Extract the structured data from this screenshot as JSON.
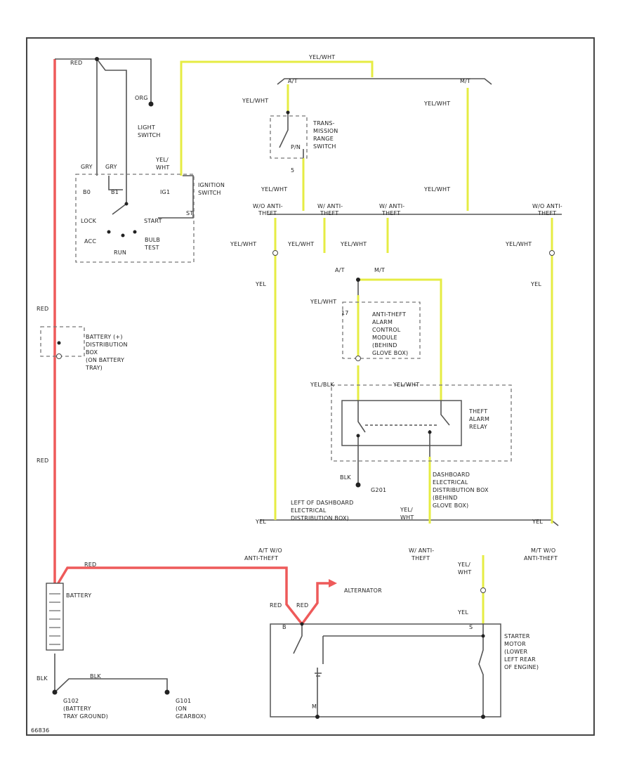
{
  "labels": {
    "red_top": "RED",
    "org": "ORG",
    "light_switch": [
      "LIGHT",
      "SWITCH"
    ],
    "yel_wht_top": "YEL/WHT",
    "at_top": "A/T",
    "mt_top": "M/T",
    "yel_wht_left_trans": "YEL/WHT",
    "yel_wht_right_mt": "YEL/WHT",
    "trans_range_switch": [
      "TRANS-",
      "MISSION",
      "RANGE",
      "SWITCH"
    ],
    "p_n": "P/N",
    "num_5": "5",
    "yel_ign": "YEL/",
    "wht_ign": "WHT",
    "ignition_switch": [
      "IGNITION",
      "SWITCH"
    ],
    "gry1": "GRY",
    "gry2": "GRY",
    "b0": "B0",
    "b1": "B1",
    "ig1": "IG1",
    "st": "ST",
    "lock": "LOCK",
    "start": "START",
    "acc": "ACC",
    "run": "RUN",
    "bulb_test": [
      "BULB",
      "TEST"
    ],
    "yel_wht_mid_left": "YEL/WHT",
    "yel_wht_mid_right": "YEL/WHT",
    "w_o_anti_theft_l": [
      "W/O ANTI-",
      "THEFT"
    ],
    "w_anti_theft_1": [
      "W/ ANTI-",
      "THEFT"
    ],
    "w_anti_theft_2": [
      "W/ ANTI-",
      "THEFT"
    ],
    "w_o_anti_theft_r": [
      "W/O ANTI-",
      "THEFT"
    ],
    "yel_wht_a": "YEL/WHT",
    "yel_wht_b": "YEL/WHT",
    "yel_wht_c": "YEL/WHT",
    "yel_wht_d": "YEL/WHT",
    "at_mid": "A/T",
    "mt_mid": "M/T",
    "yel_l": "YEL",
    "yel_r": "YEL",
    "red_mid1": "RED",
    "battery_dist": [
      "BATTERY (+)",
      "DISTRIBUTION",
      "BOX",
      "(ON BATTERY",
      "TRAY)"
    ],
    "yel_wht_module": "YEL/WHT",
    "module_num": "17",
    "anti_theft_module": [
      "ANTI-THEFT",
      "ALARM",
      "CONTROL",
      "MODULE",
      "(BEHIND",
      "GLOVE BOX)"
    ],
    "yel_blk": "YEL/BLK",
    "yel_wht_relay": "YEL/WHT",
    "theft_relay": [
      "THEFT",
      "ALARM",
      "RELAY"
    ],
    "red_mid2": "RED",
    "blk_relay": "BLK",
    "g201": "G201",
    "dash_box": [
      "DASHBOARD",
      "ELECTRICAL",
      "DISTRIBUTION BOX",
      "(BEHIND",
      "GLOVE BOX)"
    ],
    "left_of_dash": [
      "LEFT OF DASHBOARD",
      "ELECTRICAL",
      "DISTRIBUTION BOX)"
    ],
    "yel_bottom_l": "YEL",
    "yel_wht_bottom": [
      "YEL/",
      "WHT"
    ],
    "yel_bottom_r": "YEL",
    "at_wo_anti": [
      "A/T W/O",
      "ANTI-THEFT"
    ],
    "w_anti_bottom": [
      "W/ ANTI-",
      "THEFT"
    ],
    "mt_wo_anti": [
      "M/T W/O",
      "ANTI-THEFT"
    ],
    "red_bat": "RED",
    "battery": "BATTERY",
    "alternator": "ALTERNATOR",
    "red_alt1": "RED",
    "red_alt2": "RED",
    "yel_wht_starter": [
      "YEL/",
      "WHT"
    ],
    "yel_starter": "YEL",
    "b_term": "B",
    "s_term": "S",
    "starter_motor": [
      "STARTER",
      "MOTOR",
      "(LOWER",
      "LEFT REAR",
      "OF ENGINE)"
    ],
    "blk_bat": "BLK",
    "blk_ground": "BLK",
    "g102": [
      "G102",
      "(BATTERY",
      "TRAY GROUND)"
    ],
    "g101": [
      "G101",
      "(ON",
      "GEARBOX)"
    ],
    "m_term": "M",
    "fig_code": "66836"
  }
}
